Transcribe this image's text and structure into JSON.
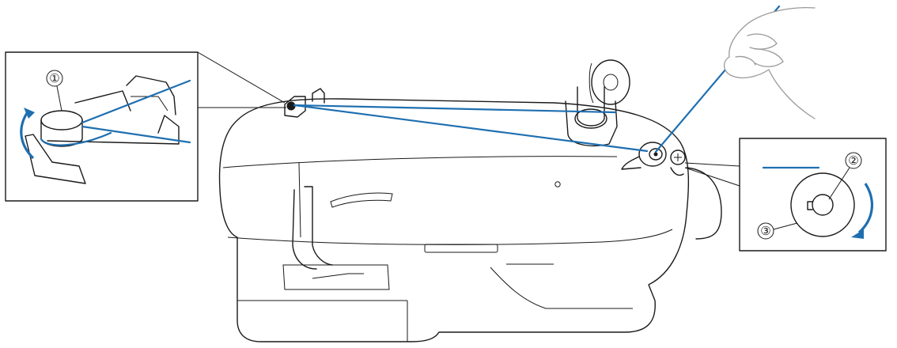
{
  "colors": {
    "thread": "#1f6fb0",
    "line": "#1a1a1a",
    "hand": "#9a9a9a"
  },
  "callouts": [
    {
      "label": "①",
      "part": "thread-guide"
    },
    {
      "label": "②",
      "part": "bobbin-winder-shaft"
    },
    {
      "label": "③",
      "part": "bobbin"
    }
  ]
}
